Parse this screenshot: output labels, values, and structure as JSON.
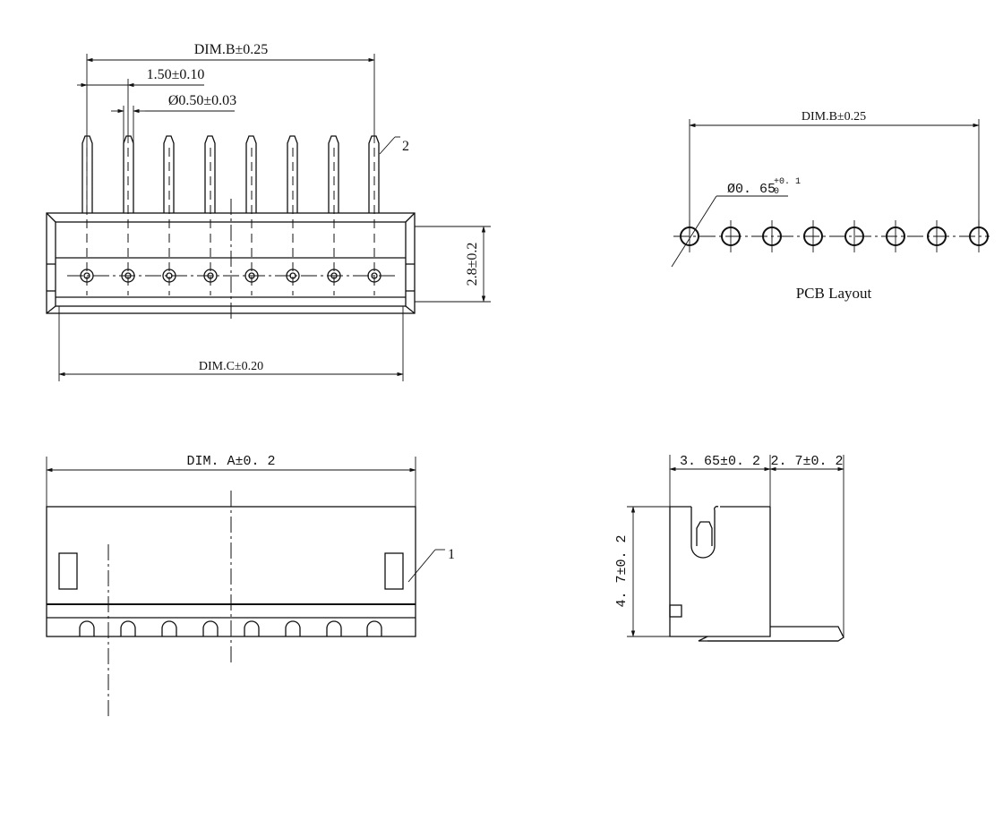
{
  "top_view": {
    "dim_b": "DIM.B±0.25",
    "pitch": "1.50±0.10",
    "pin_diameter": "Ø0.50±0.03",
    "callout_2": "2",
    "height": "2.8±0.2",
    "dim_c": "DIM.C±0.20"
  },
  "pcb_view": {
    "dim_b": "DIM.B±0.25",
    "hole_diameter": "Ø0. 65",
    "hole_tol_plus": "+0. 1",
    "hole_tol_minus": "0",
    "title": "PCB Layout"
  },
  "front_view": {
    "dim_a": "DIM. A±0. 2",
    "callout_1": "1"
  },
  "side_view": {
    "depth": "3. 65±0. 2",
    "pin_length": "2. 7±0. 2",
    "height": "4. 7±0. 2"
  }
}
